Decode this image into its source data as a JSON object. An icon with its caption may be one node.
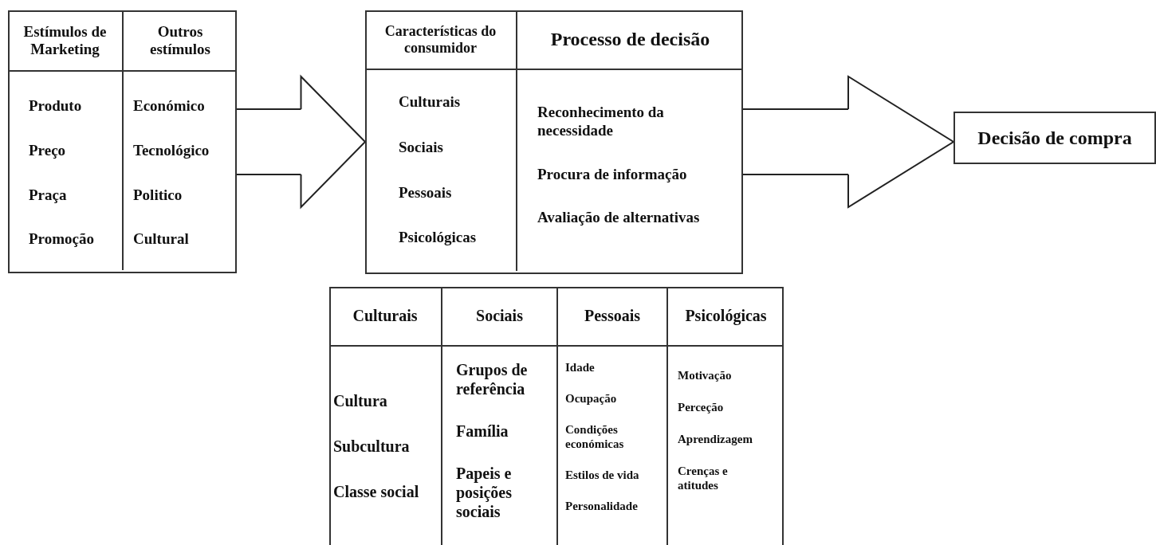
{
  "diagram": {
    "nodes": [
      {
        "text": [],
        "shape": "box"
      },
      {
        "text": [
          "Estímulos de Marketing",
          "Produto",
          "Preço",
          "Praça",
          "Promoção"
        ],
        "in": 0
      },
      {
        "text": [
          "Outros estímulos",
          "Económico",
          "Tecnológico",
          "Politico",
          "Cultural"
        ],
        "in": 0
      },
      {
        "text": [],
        "shape": "box"
      },
      {
        "text": [
          "Características do consumidor",
          "Culturais",
          "Sociais",
          "Pessoais",
          "Psicológicas"
        ],
        "in": 3
      },
      {
        "text": [
          "Processo de decisão",
          "Reconhecimento da necessidade",
          "Procura de informação",
          "Avaliação de alternativas"
        ],
        "in": 3
      },
      {
        "text": [
          "Decisão de compra"
        ]
      },
      {
        "text": [],
        "shape": "box"
      },
      {
        "text": [
          "Culturais",
          "Cultura",
          "Subcultura",
          "Classe social"
        ],
        "in": 7
      },
      {
        "text": [
          "Sociais",
          "Grupos de referência",
          "Família",
          "Papeis e posições sociais"
        ],
        "in": 7
      },
      {
        "text": [
          "Pessoais",
          "Idade",
          "Ocupação",
          "Condições económicas",
          "Estilos de vida",
          "Personalidade"
        ],
        "in": 7
      },
      {
        "text": [
          "Psicológicas",
          "Motivação",
          "Perceção",
          "Aprendizagem",
          "Crenças e atitudes"
        ],
        "in": 7
      }
    ],
    "edges": [
      {
        "from": 2,
        "to": 4,
        "arrow": "to"
      },
      {
        "from": 5,
        "to": 6,
        "arrow": "to"
      }
    ]
  }
}
